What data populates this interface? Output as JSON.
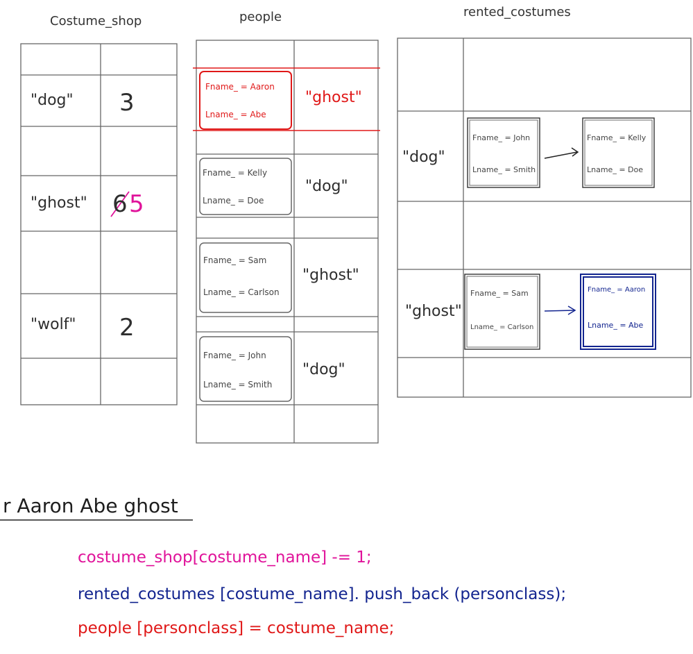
{
  "titles": {
    "costume_shop": "Costume_shop",
    "people": "people",
    "rented_costumes": "rented_costumes"
  },
  "costume_shop": {
    "rows": [
      {
        "key": "\"dog\"",
        "value": "3"
      },
      {
        "key": "\"ghost\"",
        "value_old": "6",
        "value_new": "5"
      },
      {
        "key": "\"wolf\"",
        "value": "2"
      }
    ]
  },
  "people": {
    "rows": [
      {
        "fname": "Fname_ = Aaron",
        "lname": "Lname_ = Abe",
        "costume": "\"ghost\"",
        "highlight": "red"
      },
      {
        "fname": "Fname_ = Kelly",
        "lname": "Lname_ = Doe",
        "costume": "\"dog\""
      },
      {
        "fname": "Fname_ = Sam",
        "lname": "Lname_ = Carlson",
        "costume": "\"ghost\""
      },
      {
        "fname": "Fname_ = John",
        "lname": "Lname_ = Smith",
        "costume": "\"dog\""
      }
    ]
  },
  "rented_costumes": {
    "rows": [
      {
        "key": "\"dog\"",
        "list": [
          {
            "fname": "Fname_ = John",
            "lname": "Lname_ = Smith"
          },
          {
            "fname": "Fname_ = Kelly",
            "lname": "Lname_ = Doe"
          }
        ]
      },
      {
        "key": "\"ghost\"",
        "list": [
          {
            "fname": "Fname_ = Sam",
            "lname": "Lname_ = Carlson"
          },
          {
            "fname": "Fname_ = Aaron",
            "lname": "Lname_ = Abe",
            "highlight": "blue"
          }
        ]
      }
    ]
  },
  "command": "r Aaron Abe ghost",
  "code": {
    "line1": "costume_shop[costume_name] -= 1;",
    "line2": "rented_costumes [costume_name]. push_back (personclass);",
    "line3": "people [personclass] = costume_name;"
  },
  "colors": {
    "pencil": "#555555",
    "magenta": "#e0139a",
    "blue": "#12248f",
    "red": "#e01818"
  }
}
